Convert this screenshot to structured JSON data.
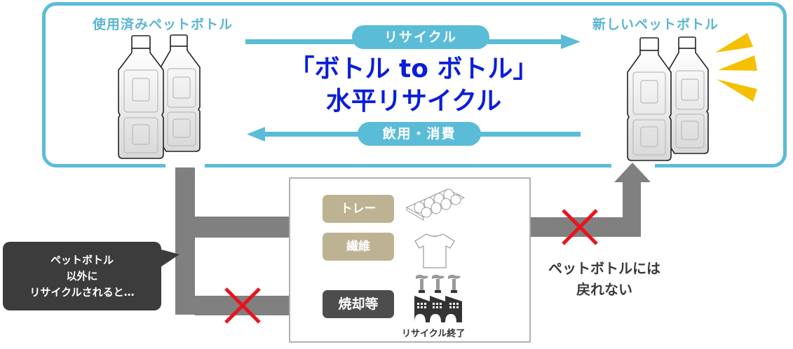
{
  "diagram": {
    "title_line1": "「ボトル to ボトル」",
    "title_line2": "水平リサイクル",
    "used_bottles_label": "使用済みペットボトル",
    "new_bottles_label": "新しいペットボトル",
    "recycle_pill": "リサイクル",
    "consume_pill": "飲用・消費",
    "bubble_lines": [
      "ペットボトル",
      "以外に",
      "リサイクルされると…"
    ],
    "outcomes": [
      {
        "label": "トレー",
        "icon": "egg-tray-icon"
      },
      {
        "label": "繊維",
        "icon": "tshirt-icon"
      },
      {
        "label": "焼却等",
        "icon": "factory-icon"
      }
    ],
    "factory_caption": "リサイクル終了",
    "cannot_return_lines": [
      "ペットボトルには",
      "戻れない"
    ],
    "colors": {
      "frame": "#5bbcd8",
      "headline": "#0a1ed8",
      "flow_arrow": "#808080",
      "cross": "#e8141e",
      "tan_tag": "#bdb393",
      "dark_tag": "#4d4d4d",
      "sparkle": "#f5c000"
    }
  }
}
